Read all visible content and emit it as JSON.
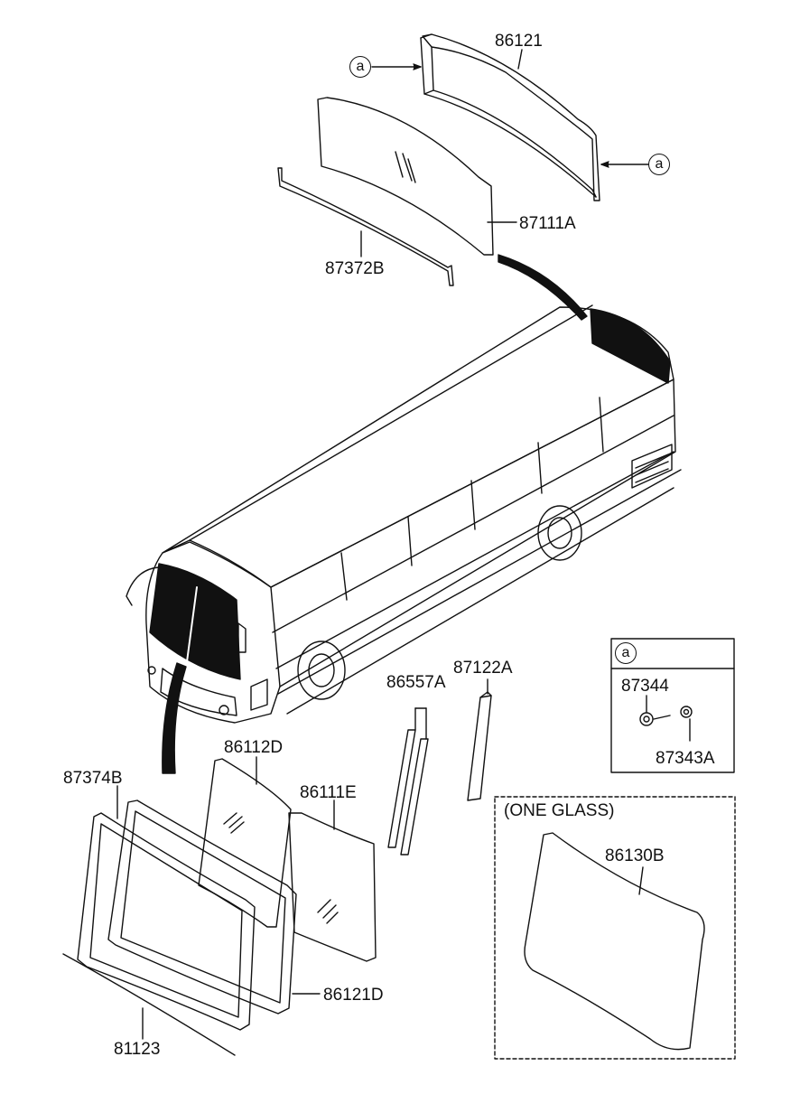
{
  "parts": {
    "rear_seal": "86121",
    "rear_glass": "87111A",
    "rear_molding": "87372B",
    "callout_letter": "a",
    "front_glass_left": "86112D",
    "front_glass_right": "86111E",
    "front_molding": "87374B",
    "front_seal": "86121D",
    "bottom_trim": "81123",
    "pillar_molding": "86557A",
    "pillar_trim": "87122A",
    "clip": "87344",
    "clip_nut": "87343A",
    "one_glass_note": "(ONE GLASS)",
    "one_glass": "86130B"
  },
  "colors": {
    "line": "#111111",
    "fill": "#111111",
    "background": "#ffffff"
  }
}
